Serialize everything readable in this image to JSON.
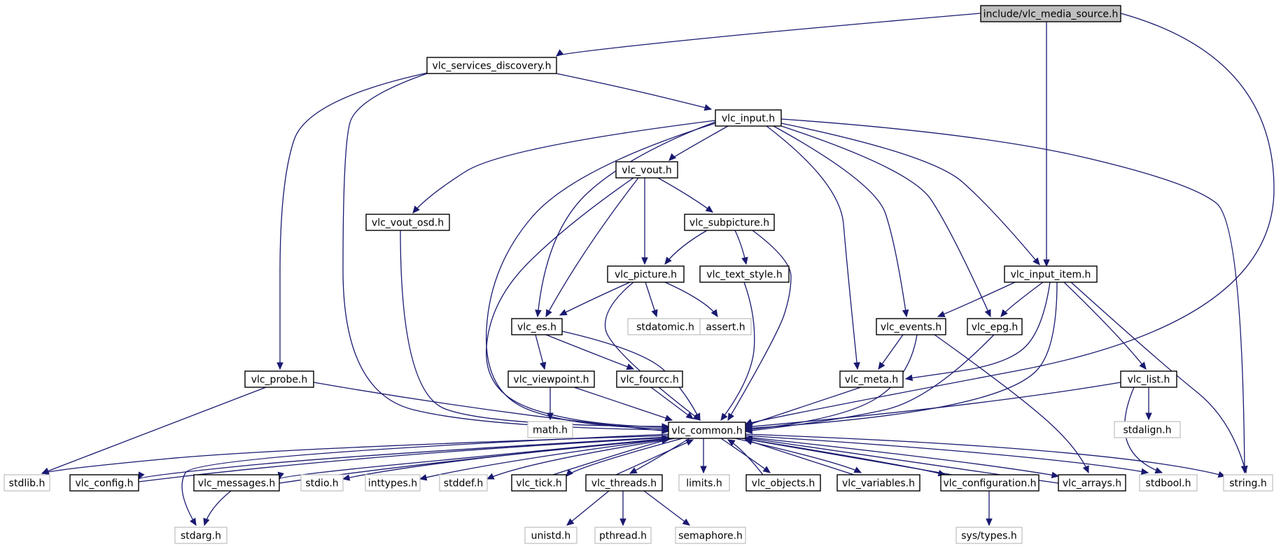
{
  "diagram": {
    "type": "include-dependency-graph",
    "colors": {
      "edge": "#191970",
      "node_border": "#000000",
      "root_fill": "#bfbfbf",
      "system_border": "#bfbfbf",
      "background": "#ffffff"
    },
    "nodes": [
      {
        "id": "root",
        "label": "include/vlc_media_source.h",
        "kind": "root"
      },
      {
        "id": "services_discovery",
        "label": "vlc_services_discovery.h",
        "kind": "header"
      },
      {
        "id": "input",
        "label": "vlc_input.h",
        "kind": "header"
      },
      {
        "id": "vout",
        "label": "vlc_vout.h",
        "kind": "header"
      },
      {
        "id": "vout_osd",
        "label": "vlc_vout_osd.h",
        "kind": "header"
      },
      {
        "id": "subpicture",
        "label": "vlc_subpicture.h",
        "kind": "header"
      },
      {
        "id": "picture",
        "label": "vlc_picture.h",
        "kind": "header"
      },
      {
        "id": "text_style",
        "label": "vlc_text_style.h",
        "kind": "header"
      },
      {
        "id": "input_item",
        "label": "vlc_input_item.h",
        "kind": "header"
      },
      {
        "id": "stdatomic",
        "label": "stdatomic.h",
        "kind": "system"
      },
      {
        "id": "assert",
        "label": "assert.h",
        "kind": "system"
      },
      {
        "id": "es",
        "label": "vlc_es.h",
        "kind": "header"
      },
      {
        "id": "events",
        "label": "vlc_events.h",
        "kind": "header"
      },
      {
        "id": "epg",
        "label": "vlc_epg.h",
        "kind": "header"
      },
      {
        "id": "probe",
        "label": "vlc_probe.h",
        "kind": "header"
      },
      {
        "id": "viewpoint",
        "label": "vlc_viewpoint.h",
        "kind": "header"
      },
      {
        "id": "fourcc",
        "label": "vlc_fourcc.h",
        "kind": "header"
      },
      {
        "id": "meta",
        "label": "vlc_meta.h",
        "kind": "header"
      },
      {
        "id": "list",
        "label": "vlc_list.h",
        "kind": "header"
      },
      {
        "id": "math",
        "label": "math.h",
        "kind": "system"
      },
      {
        "id": "common",
        "label": "vlc_common.h",
        "kind": "header"
      },
      {
        "id": "stdalign",
        "label": "stdalign.h",
        "kind": "system"
      },
      {
        "id": "stdlib",
        "label": "stdlib.h",
        "kind": "system"
      },
      {
        "id": "config",
        "label": "vlc_config.h",
        "kind": "header"
      },
      {
        "id": "messages",
        "label": "vlc_messages.h",
        "kind": "header"
      },
      {
        "id": "stdio",
        "label": "stdio.h",
        "kind": "system"
      },
      {
        "id": "inttypes",
        "label": "inttypes.h",
        "kind": "system"
      },
      {
        "id": "stddef",
        "label": "stddef.h",
        "kind": "system"
      },
      {
        "id": "tick",
        "label": "vlc_tick.h",
        "kind": "header"
      },
      {
        "id": "threads",
        "label": "vlc_threads.h",
        "kind": "header"
      },
      {
        "id": "limits",
        "label": "limits.h",
        "kind": "system"
      },
      {
        "id": "objects",
        "label": "vlc_objects.h",
        "kind": "header"
      },
      {
        "id": "variables",
        "label": "vlc_variables.h",
        "kind": "header"
      },
      {
        "id": "configuration",
        "label": "vlc_configuration.h",
        "kind": "header"
      },
      {
        "id": "arrays",
        "label": "vlc_arrays.h",
        "kind": "header"
      },
      {
        "id": "stdbool",
        "label": "stdbool.h",
        "kind": "system"
      },
      {
        "id": "string",
        "label": "string.h",
        "kind": "system"
      },
      {
        "id": "stdarg",
        "label": "stdarg.h",
        "kind": "system"
      },
      {
        "id": "unistd",
        "label": "unistd.h",
        "kind": "system"
      },
      {
        "id": "pthread",
        "label": "pthread.h",
        "kind": "system"
      },
      {
        "id": "semaphore",
        "label": "semaphore.h",
        "kind": "system"
      },
      {
        "id": "systypes",
        "label": "sys/types.h",
        "kind": "system"
      }
    ],
    "edges": [
      {
        "from": "root",
        "to": "services_discovery"
      },
      {
        "from": "root",
        "to": "input_item"
      },
      {
        "from": "root",
        "to": "common"
      },
      {
        "from": "services_discovery",
        "to": "input"
      },
      {
        "from": "services_discovery",
        "to": "common"
      },
      {
        "from": "services_discovery",
        "to": "probe"
      },
      {
        "from": "input",
        "to": "vout"
      },
      {
        "from": "input",
        "to": "vout_osd"
      },
      {
        "from": "input",
        "to": "es"
      },
      {
        "from": "input",
        "to": "common"
      },
      {
        "from": "input",
        "to": "meta"
      },
      {
        "from": "input",
        "to": "events"
      },
      {
        "from": "input",
        "to": "epg"
      },
      {
        "from": "input",
        "to": "input_item"
      },
      {
        "from": "input",
        "to": "string"
      },
      {
        "from": "vout",
        "to": "subpicture"
      },
      {
        "from": "vout",
        "to": "picture"
      },
      {
        "from": "vout",
        "to": "es"
      },
      {
        "from": "vout",
        "to": "common"
      },
      {
        "from": "vout_osd",
        "to": "common"
      },
      {
        "from": "subpicture",
        "to": "picture"
      },
      {
        "from": "subpicture",
        "to": "text_style"
      },
      {
        "from": "subpicture",
        "to": "common"
      },
      {
        "from": "picture",
        "to": "es"
      },
      {
        "from": "picture",
        "to": "stdatomic"
      },
      {
        "from": "picture",
        "to": "assert"
      },
      {
        "from": "picture",
        "to": "common"
      },
      {
        "from": "text_style",
        "to": "common"
      },
      {
        "from": "es",
        "to": "viewpoint"
      },
      {
        "from": "es",
        "to": "fourcc"
      },
      {
        "from": "es",
        "to": "common"
      },
      {
        "from": "viewpoint",
        "to": "math"
      },
      {
        "from": "viewpoint",
        "to": "common"
      },
      {
        "from": "fourcc",
        "to": "common"
      },
      {
        "from": "input_item",
        "to": "events"
      },
      {
        "from": "input_item",
        "to": "epg"
      },
      {
        "from": "input_item",
        "to": "meta"
      },
      {
        "from": "input_item",
        "to": "common"
      },
      {
        "from": "input_item",
        "to": "list"
      },
      {
        "from": "input_item",
        "to": "string"
      },
      {
        "from": "events",
        "to": "meta"
      },
      {
        "from": "events",
        "to": "common"
      },
      {
        "from": "events",
        "to": "arrays"
      },
      {
        "from": "epg",
        "to": "common"
      },
      {
        "from": "meta",
        "to": "common"
      },
      {
        "from": "list",
        "to": "common"
      },
      {
        "from": "list",
        "to": "stdalign"
      },
      {
        "from": "list",
        "to": "stdbool"
      },
      {
        "from": "probe",
        "to": "common"
      },
      {
        "from": "probe",
        "to": "stdlib"
      },
      {
        "from": "common",
        "to": "stdlib"
      },
      {
        "from": "common",
        "to": "config"
      },
      {
        "from": "common",
        "to": "messages"
      },
      {
        "from": "common",
        "to": "stdarg"
      },
      {
        "from": "common",
        "to": "stdio"
      },
      {
        "from": "common",
        "to": "inttypes"
      },
      {
        "from": "common",
        "to": "stddef"
      },
      {
        "from": "common",
        "to": "tick"
      },
      {
        "from": "common",
        "to": "threads"
      },
      {
        "from": "common",
        "to": "limits"
      },
      {
        "from": "common",
        "to": "objects"
      },
      {
        "from": "common",
        "to": "variables"
      },
      {
        "from": "common",
        "to": "configuration"
      },
      {
        "from": "common",
        "to": "arrays"
      },
      {
        "from": "common",
        "to": "stdbool"
      },
      {
        "from": "common",
        "to": "string"
      },
      {
        "from": "config",
        "to": "common"
      },
      {
        "from": "messages",
        "to": "common"
      },
      {
        "from": "messages",
        "to": "stdarg"
      },
      {
        "from": "tick",
        "to": "common"
      },
      {
        "from": "threads",
        "to": "common"
      },
      {
        "from": "threads",
        "to": "unistd"
      },
      {
        "from": "threads",
        "to": "pthread"
      },
      {
        "from": "threads",
        "to": "semaphore"
      },
      {
        "from": "objects",
        "to": "common"
      },
      {
        "from": "variables",
        "to": "common"
      },
      {
        "from": "configuration",
        "to": "common"
      },
      {
        "from": "configuration",
        "to": "systypes"
      },
      {
        "from": "arrays",
        "to": "common"
      }
    ]
  }
}
